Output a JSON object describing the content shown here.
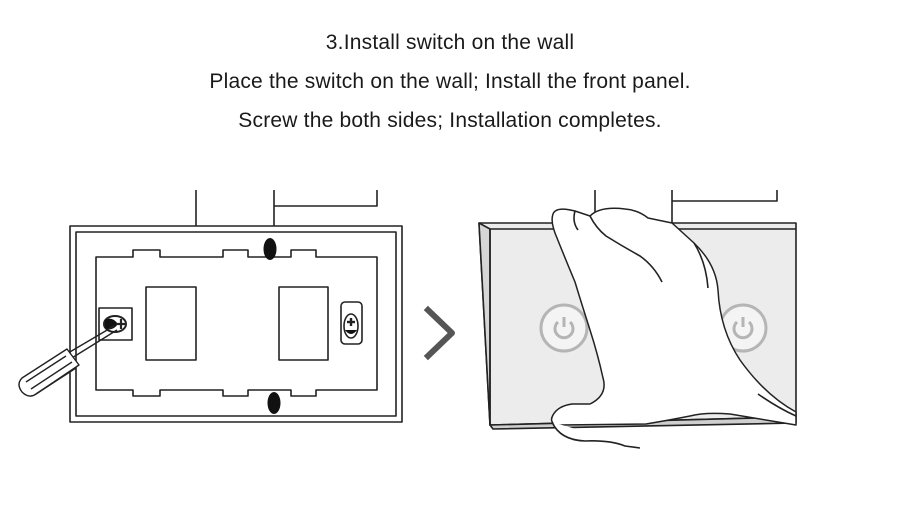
{
  "instructions": {
    "step_title": "3.Install switch on the wall",
    "line_2": "Place the switch on the wall; Install the front panel.",
    "line_3": "Screw the both sides; Installation completes."
  },
  "icons": {
    "arrow": "chevron-right-icon",
    "power_left": "power-icon",
    "power_right": "power-icon",
    "screwdriver": "screwdriver-icon",
    "screw_left": "screw-icon",
    "screw_right": "screw-icon"
  },
  "colors": {
    "line": "#222222",
    "panel_fill": "#e9e9e9",
    "power_icon": "#bbbbbb",
    "arrow": "#555555"
  }
}
